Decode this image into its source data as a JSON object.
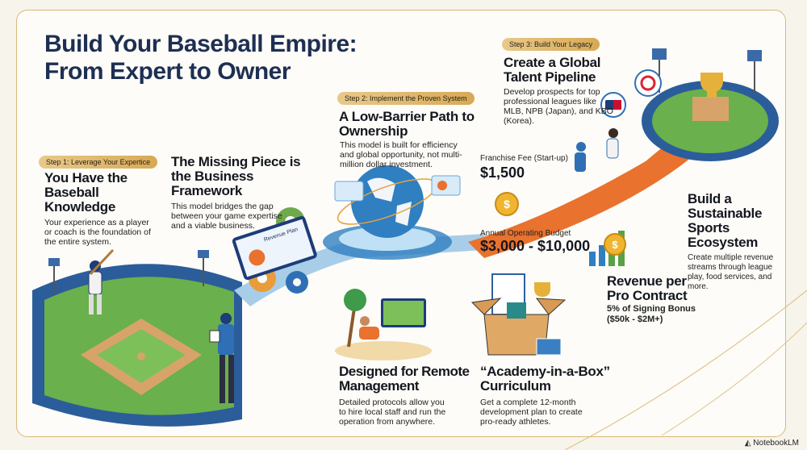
{
  "title": {
    "line1": "Build Your Baseball Empire:",
    "line2": "From Expert to Owner"
  },
  "step1": {
    "pill": "Step 1: Leverage Your Expertice",
    "heading": "You Have the Baseball Knowledge",
    "desc": "Your experience as a player or coach is the foundation of the entire system."
  },
  "missing_piece": {
    "heading": "The Missing Piece is the Business Framework",
    "desc": "This model bridges the gap between your game expertise and a viable business."
  },
  "step2": {
    "pill": "Step 2: Implement the Proven System",
    "heading": "A Low-Barrier Path to Ownership",
    "desc": "This model is built for efficiency and global opportunity, not multi-million dollar investment."
  },
  "franchise_fee": {
    "label": "Franchise Fee (Start-up)",
    "value": "$1,500"
  },
  "operating_budget": {
    "label": "Annual Operating Budget",
    "value": "$3,000 - $10,000"
  },
  "step3": {
    "pill": "Step 3: Build Your Legacy",
    "heading": "Create a Global Talent Pipeline",
    "desc": "Develop prospects for top professional leagues like MLB, NPB (Japan), and KBO (Korea)."
  },
  "ecosystem": {
    "heading": "Build a Sustainable Sports Ecosystem",
    "desc": "Create multiple revenue streams through league play, food services, and more."
  },
  "revenue": {
    "heading": "Revenue per Pro Contract",
    "detail1": "5% of Signing Bonus",
    "detail2": "($50k - $2M+)"
  },
  "remote": {
    "heading": "Designed for Remote Management",
    "desc": "Detailed protocols allow you to hire local staff and run the operation from anywhere."
  },
  "academy": {
    "heading": "“Academy-in-a-Box” Curriculum",
    "desc": "Get a complete 12-month development plan to create pro-ready athletes."
  },
  "tablet_label": "Revenue Plan",
  "brand": "NotebookLM",
  "colors": {
    "navy": "#1d2f52",
    "gold": "#d7a955",
    "orange": "#e8722e",
    "blue": "#2f7fc1",
    "green": "#5aa046"
  }
}
